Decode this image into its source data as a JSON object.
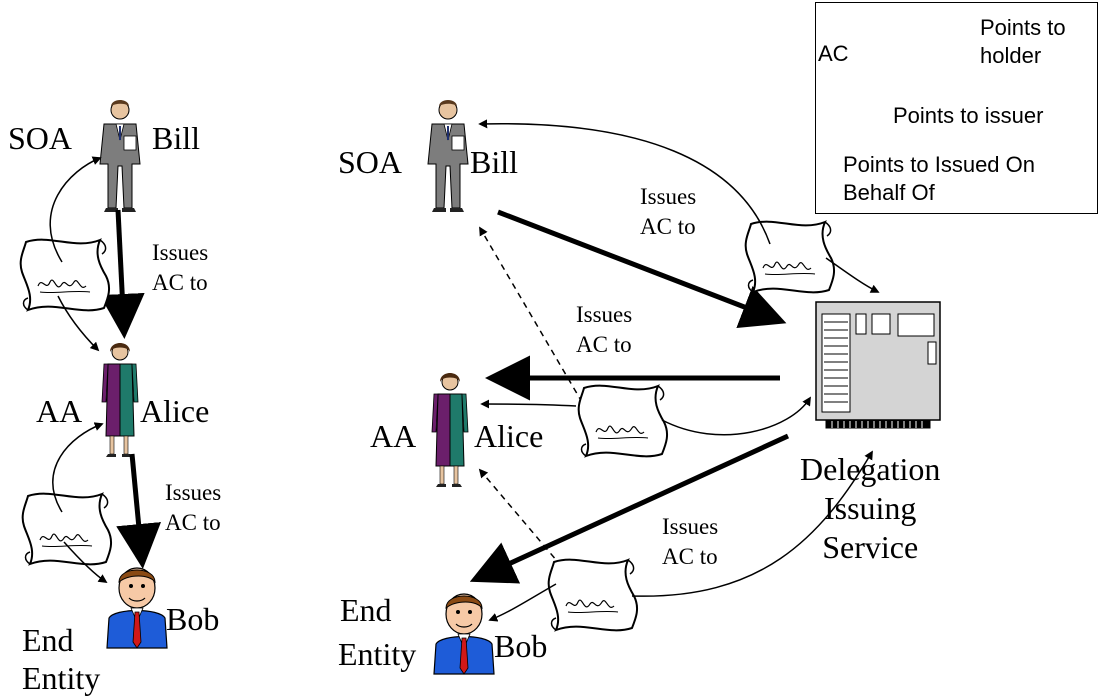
{
  "left_diagram": {
    "soa_role": "SOA",
    "bill_name": "Bill",
    "aa_role": "AA",
    "alice_name": "Alice",
    "end_entity_role_line1": "End",
    "end_entity_role_line2": "Entity",
    "bob_name": "Bob",
    "issues_label_1": "Issues\nAC to",
    "issues_label_2": "Issues\nAC to"
  },
  "right_diagram": {
    "soa_role": "SOA",
    "bill_name": "Bill",
    "aa_role": "AA",
    "alice_name": "Alice",
    "end_entity_role_line1": "End",
    "end_entity_role_line2": "Entity",
    "bob_name": "Bob",
    "issues_label_bill": "Issues\nAC to",
    "issues_label_alice": "Issues\nAC to",
    "issues_label_bob": "Issues\nAC to",
    "service_label": "Delegation\nIssuing\nService"
  },
  "legend": {
    "ac_label": "AC",
    "points_to_holder": "Points to\nholder",
    "points_to_issuer": "Points to issuer",
    "points_to_obo": "Points to Issued On\nBehalf Of"
  }
}
